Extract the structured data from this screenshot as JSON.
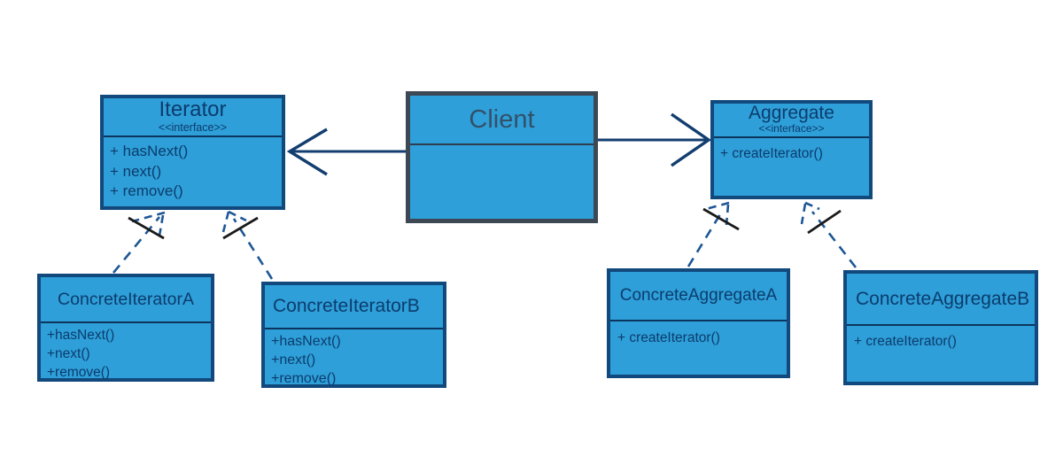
{
  "colors": {
    "background": "#ffffff",
    "node_fill": "#2E9FD8",
    "node_border": "#12497D",
    "node_text": "#0C3C6E",
    "separator": "#0B355E",
    "client_border": "#3E4854",
    "client_text": "#33506A",
    "client_separator": "#2E3D4F",
    "solid_connector": "#123E70",
    "dashed_connector": "#1D5795",
    "sketch_black": "#1A1A1A"
  },
  "nodes": {
    "iterator": {
      "title": "Iterator",
      "stereotype": "<<interface>>",
      "members": [
        "+ hasNext()",
        "+ next()",
        "+ remove()"
      ]
    },
    "client": {
      "title": "Client"
    },
    "aggregate": {
      "title": "Aggregate",
      "stereotype": "<<interface>>",
      "members": [
        "+ createIterator()"
      ]
    },
    "concrete_iterator_a": {
      "title": "ConcreteIteratorA",
      "members": [
        "+hasNext()",
        "+next()",
        "+remove()"
      ]
    },
    "concrete_iterator_b": {
      "title": "ConcreteIteratorB",
      "members": [
        "+hasNext()",
        "+next()",
        "+remove()"
      ]
    },
    "concrete_aggregate_a": {
      "title": "ConcreteAggregateA",
      "members": [
        "+ createIterator()"
      ]
    },
    "concrete_aggregate_b": {
      "title": "ConcreteAggregateB",
      "members": [
        "+ createIterator()"
      ]
    }
  },
  "edges": [
    {
      "from": "Client",
      "to": "Iterator",
      "relation": "association",
      "line": "solid",
      "arrowhead": "open"
    },
    {
      "from": "Client",
      "to": "Aggregate",
      "relation": "association",
      "line": "solid",
      "arrowhead": "open"
    },
    {
      "from": "ConcreteIteratorA",
      "to": "Iterator",
      "relation": "realization",
      "line": "dashed",
      "arrowhead": "open-sketch"
    },
    {
      "from": "ConcreteIteratorB",
      "to": "Iterator",
      "relation": "realization",
      "line": "dashed",
      "arrowhead": "open-sketch"
    },
    {
      "from": "ConcreteAggregateA",
      "to": "Aggregate",
      "relation": "realization",
      "line": "dashed",
      "arrowhead": "open-sketch"
    },
    {
      "from": "ConcreteAggregateB",
      "to": "Aggregate",
      "relation": "realization",
      "line": "dashed",
      "arrowhead": "open-sketch"
    }
  ]
}
